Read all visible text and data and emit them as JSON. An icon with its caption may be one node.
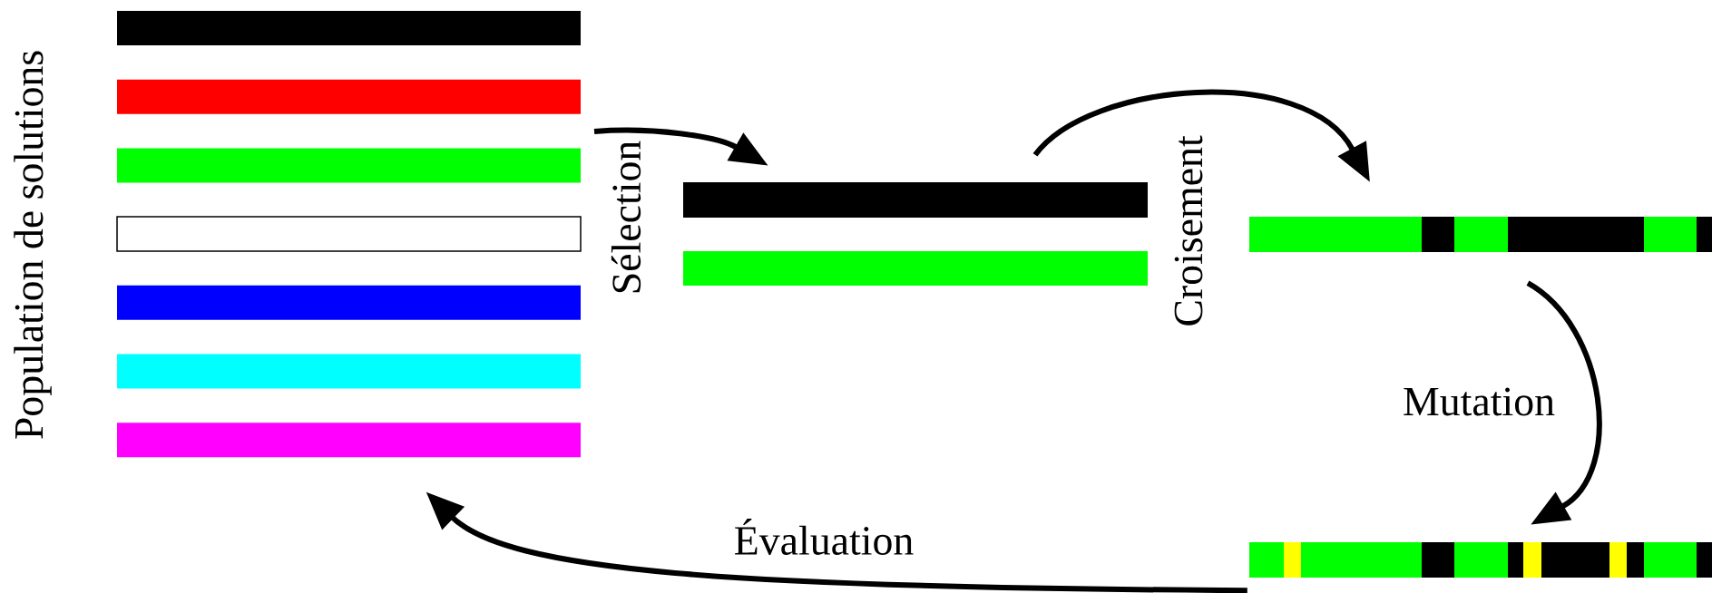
{
  "diagram": {
    "nodes": [
      {
        "text": [],
        "shape": "bar"
      },
      {
        "text": [],
        "shape": "bar"
      },
      {
        "text": [],
        "shape": "bar"
      },
      {
        "text": [],
        "shape": "bar"
      },
      {
        "text": [],
        "shape": "bar"
      },
      {
        "text": [],
        "shape": "bar"
      },
      {
        "text": [],
        "shape": "bar"
      },
      {
        "text": [],
        "shape": "bar"
      },
      {
        "text": [],
        "shape": "bar"
      },
      {
        "text": [],
        "shape": "bar"
      },
      {
        "text": [],
        "shape": "bar"
      }
    ],
    "edges": [
      {
        "from": null,
        "to": 7,
        "arrow": "to",
        "label": "Sélection"
      },
      {
        "from": 7,
        "to": 9,
        "arrow": "to",
        "label": "Croisement"
      },
      {
        "from": 9,
        "to": 10,
        "arrow": "to",
        "label": "Mutation"
      },
      {
        "from": 10,
        "to": 6,
        "arrow": "to",
        "label": "Évaluation"
      }
    ],
    "labels": [
      "Population de solutions"
    ]
  }
}
